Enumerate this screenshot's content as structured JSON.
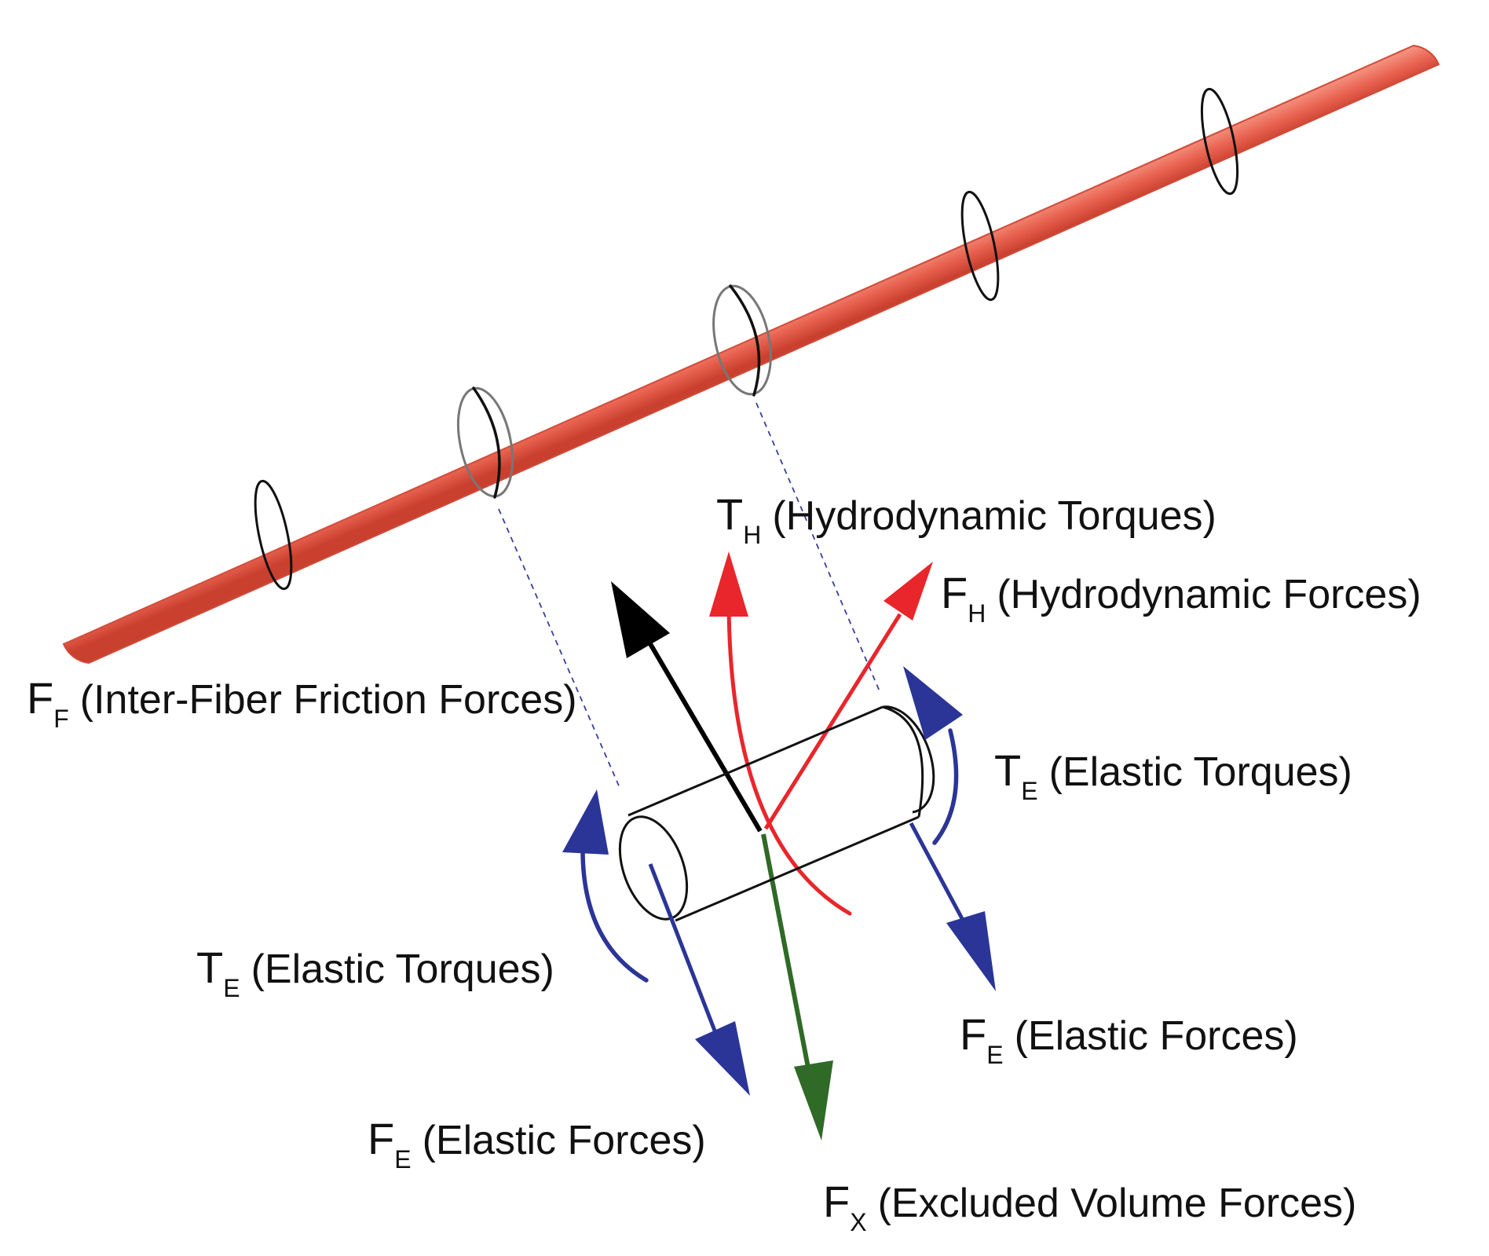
{
  "colors": {
    "fiber": "#e8604e",
    "fiber_highlight": "#f79a88",
    "fiber_shadow": "#c9402f",
    "hydrodynamic": "#e8262b",
    "elastic": "#2b3597",
    "friction": "#000000",
    "excluded_volume": "#2f6a27",
    "guide_line": "#3a3f9a"
  },
  "labels": {
    "th": {
      "symbol": "T",
      "subscript": "H",
      "text": "(Hydrodynamic Torques)"
    },
    "fh": {
      "symbol": "F",
      "subscript": "H",
      "text": "(Hydrodynamic Forces)"
    },
    "ff": {
      "symbol": "F",
      "subscript": "F",
      "text": "(Inter-Fiber Friction Forces)"
    },
    "te_right": {
      "symbol": "T",
      "subscript": "E",
      "text": "(Elastic Torques)"
    },
    "te_left": {
      "symbol": "T",
      "subscript": "E",
      "text": "(Elastic Torques)"
    },
    "fe_right": {
      "symbol": "F",
      "subscript": "E",
      "text": "(Elastic Forces)"
    },
    "fe_left": {
      "symbol": "F",
      "subscript": "E",
      "text": "(Elastic Forces)"
    },
    "fx": {
      "symbol": "F",
      "subscript": "X",
      "text": "(Excluded Volume Forces)"
    }
  }
}
